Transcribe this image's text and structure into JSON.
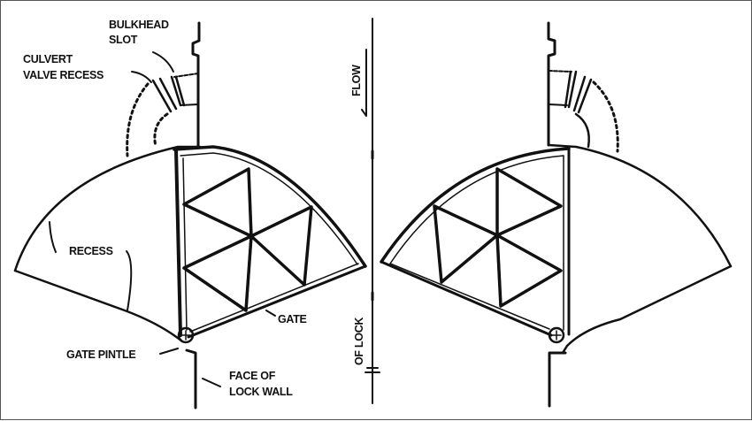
{
  "diagram": {
    "title": "Sector gate lock plan view",
    "labels": {
      "bulkhead_slot_1": "BULKHEAD",
      "bulkhead_slot_2": "SLOT",
      "culvert_1": "CULVERT",
      "culvert_2": "VALVE RECESS",
      "recess": "RECESS",
      "gate": "GATE",
      "gate_pintle": "GATE PINTLE",
      "face_1": "FACE OF",
      "face_2": "LOCK WALL",
      "flow": "FLOW",
      "centerline": "OF LOCK"
    },
    "colors": {
      "ink": "#111111",
      "background": "#ffffff",
      "border": "#555555"
    }
  }
}
